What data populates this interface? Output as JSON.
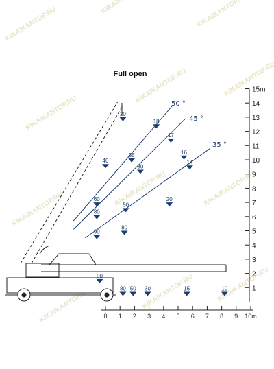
{
  "title": "Full open",
  "angles": [
    "50 °",
    "45 °",
    "35 °"
  ],
  "watermark": "KIKAIKANTOP.RU",
  "y_axis": {
    "ticks": [
      "1",
      "2",
      "3",
      "4",
      "5",
      "6",
      "7",
      "8",
      "9",
      "10",
      "11",
      "12",
      "13",
      "14",
      "15m"
    ]
  },
  "x_axis": {
    "ticks": [
      "0",
      "1",
      "2",
      "3",
      "4",
      "5",
      "6",
      "7",
      "8",
      "9",
      "10m"
    ]
  },
  "load_points": [
    {
      "label": "20",
      "x": 1.2,
      "y": 13.0
    },
    {
      "label": "18",
      "x": 3.5,
      "y": 12.5
    },
    {
      "label": "17",
      "x": 4.5,
      "y": 11.5
    },
    {
      "label": "35",
      "x": 1.8,
      "y": 10.1
    },
    {
      "label": "16",
      "x": 5.4,
      "y": 10.3
    },
    {
      "label": "14",
      "x": 5.8,
      "y": 9.6
    },
    {
      "label": "40",
      "x": 0.0,
      "y": 9.7
    },
    {
      "label": "30",
      "x": 2.4,
      "y": 9.3
    },
    {
      "label": "20",
      "x": 4.4,
      "y": 7.0
    },
    {
      "label": "60",
      "x": -0.6,
      "y": 7.0
    },
    {
      "label": "50",
      "x": 1.4,
      "y": 6.6
    },
    {
      "label": "80",
      "x": -0.6,
      "y": 6.1
    },
    {
      "label": "90",
      "x": -0.6,
      "y": 4.7
    },
    {
      "label": "80",
      "x": 1.3,
      "y": 5.0
    },
    {
      "label": "90",
      "x": -0.4,
      "y": 1.6
    },
    {
      "label": "80",
      "x": 1.2,
      "y": 0.7
    },
    {
      "label": "50",
      "x": 1.9,
      "y": 0.7
    },
    {
      "label": "30",
      "x": 2.9,
      "y": 0.7
    },
    {
      "label": "15",
      "x": 5.6,
      "y": 0.7
    },
    {
      "label": "10",
      "x": 8.2,
      "y": 0.7
    }
  ],
  "colors": {
    "line": "#1b3d70",
    "marker": "#1b3d70",
    "crane": "#222222",
    "watermark": "#e8e4c8"
  }
}
